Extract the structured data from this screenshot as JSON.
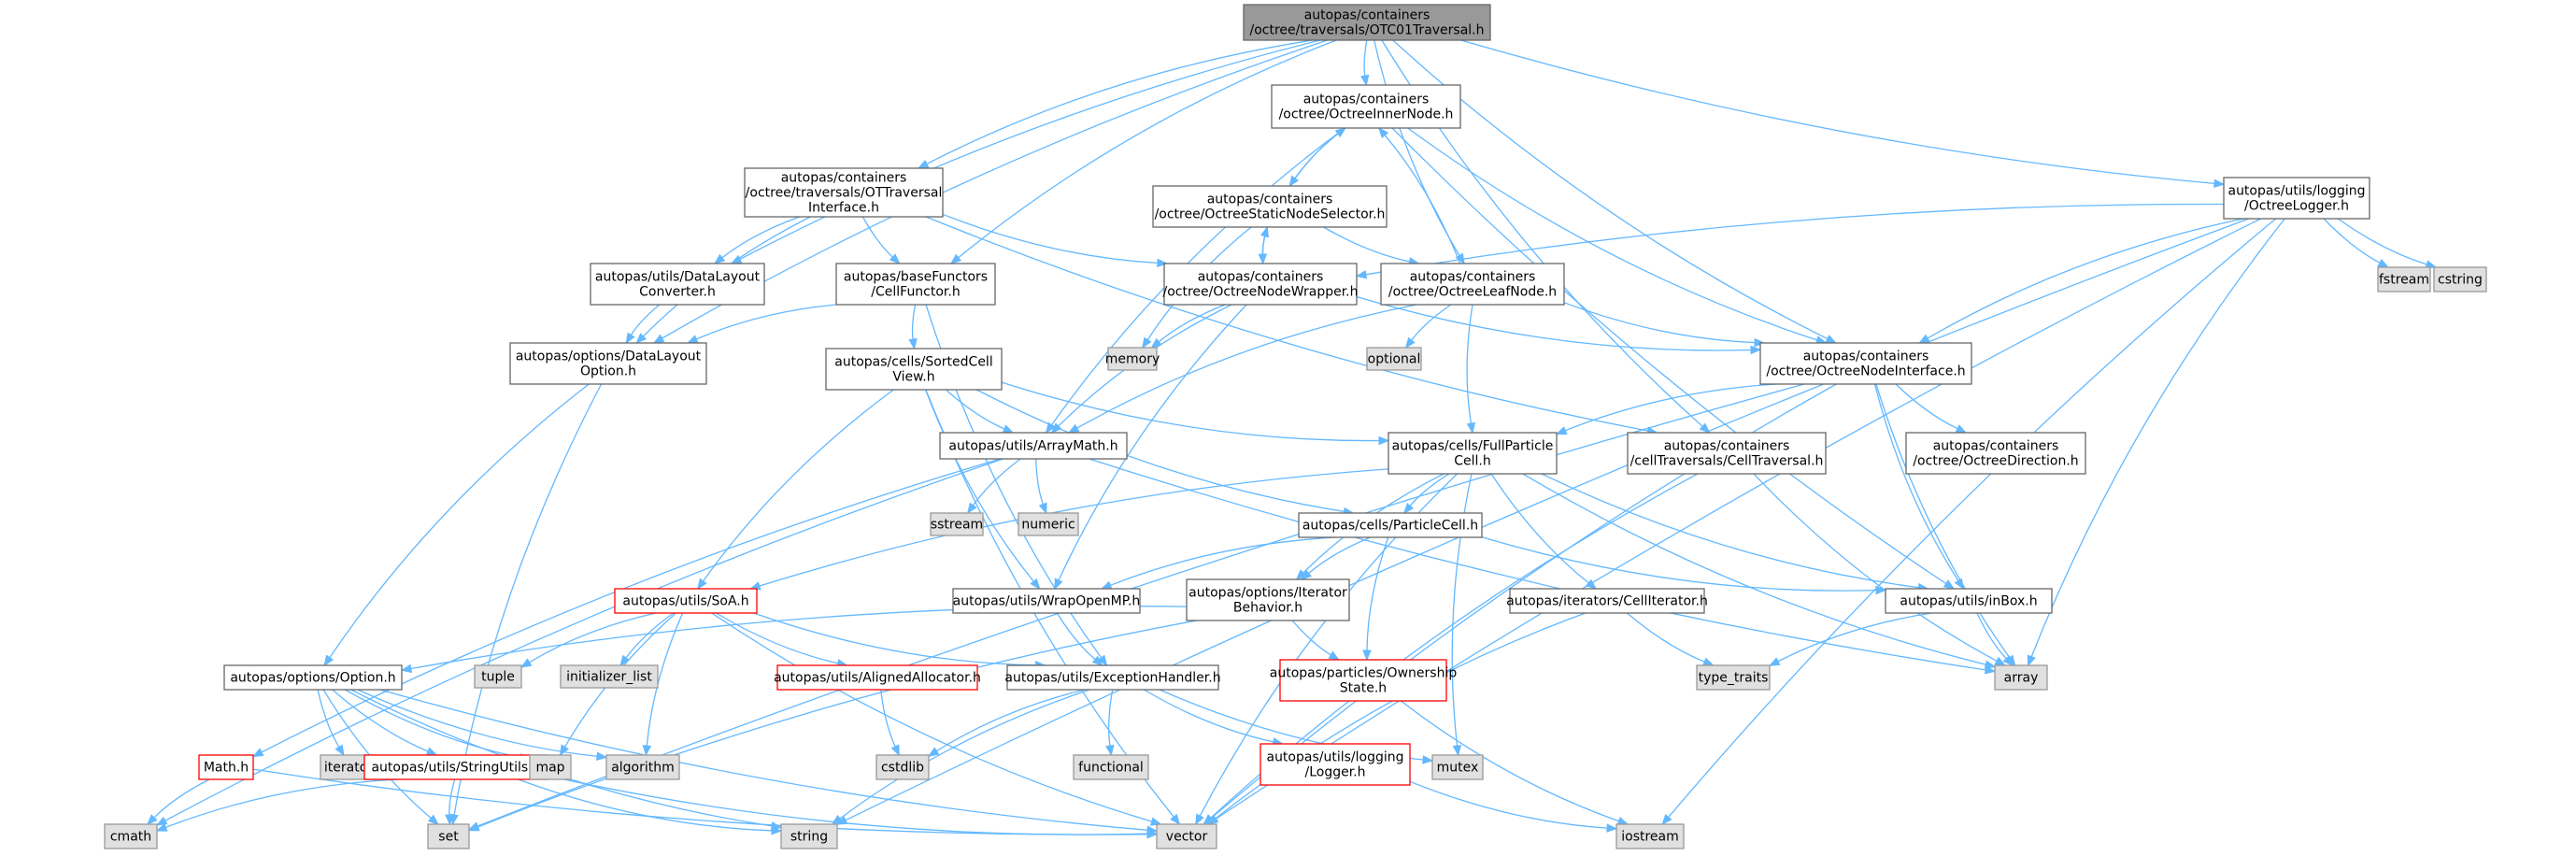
{
  "nodes": [
    {
      "id": "root",
      "kind": "root",
      "lines": [
        "autopas/containers",
        "/octree/traversals/OTC01Traversal.h"
      ]
    },
    {
      "id": "innernode",
      "kind": "normal",
      "lines": [
        "autopas/containers",
        "/octree/OctreeInnerNode.h"
      ]
    },
    {
      "id": "ottraversal",
      "kind": "normal",
      "lines": [
        "autopas/containers",
        "/octree/traversals/OTTraversal",
        "Interface.h"
      ]
    },
    {
      "id": "octreelogger",
      "kind": "normal",
      "lines": [
        "autopas/utils/logging",
        "/OctreeLogger.h"
      ]
    },
    {
      "id": "staticselector",
      "kind": "normal",
      "lines": [
        "autopas/containers",
        "/octree/OctreeStaticNodeSelector.h"
      ]
    },
    {
      "id": "datalayoutconv",
      "kind": "normal",
      "lines": [
        "autopas/utils/DataLayout",
        "Converter.h"
      ]
    },
    {
      "id": "cellfunctor",
      "kind": "normal",
      "lines": [
        "autopas/baseFunctors",
        "/CellFunctor.h"
      ]
    },
    {
      "id": "nodewrapper",
      "kind": "normal",
      "lines": [
        "autopas/containers",
        "/octree/OctreeNodeWrapper.h"
      ]
    },
    {
      "id": "leafnode",
      "kind": "normal",
      "lines": [
        "autopas/containers",
        "/octree/OctreeLeafNode.h"
      ]
    },
    {
      "id": "fstream",
      "kind": "std",
      "lines": [
        "fstream"
      ]
    },
    {
      "id": "cstring",
      "kind": "std",
      "lines": [
        "cstring"
      ]
    },
    {
      "id": "datalayoutopt",
      "kind": "normal",
      "lines": [
        "autopas/options/DataLayout",
        "Option.h"
      ]
    },
    {
      "id": "sortedcell",
      "kind": "normal",
      "lines": [
        "autopas/cells/SortedCell",
        "View.h"
      ]
    },
    {
      "id": "memory",
      "kind": "std",
      "lines": [
        "memory"
      ]
    },
    {
      "id": "optional",
      "kind": "std",
      "lines": [
        "optional"
      ]
    },
    {
      "id": "nodeinterface",
      "kind": "normal",
      "lines": [
        "autopas/containers",
        "/octree/OctreeNodeInterface.h"
      ]
    },
    {
      "id": "arraymath",
      "kind": "normal",
      "lines": [
        "autopas/utils/ArrayMath.h"
      ]
    },
    {
      "id": "fullparticle",
      "kind": "normal",
      "lines": [
        "autopas/cells/FullParticle",
        "Cell.h"
      ]
    },
    {
      "id": "celltraversal",
      "kind": "normal",
      "lines": [
        "autopas/containers",
        "/cellTraversals/CellTraversal.h"
      ]
    },
    {
      "id": "octreedirection",
      "kind": "normal",
      "lines": [
        "autopas/containers",
        "/octree/OctreeDirection.h"
      ]
    },
    {
      "id": "sstream",
      "kind": "std",
      "lines": [
        "sstream"
      ]
    },
    {
      "id": "numeric",
      "kind": "std",
      "lines": [
        "numeric"
      ]
    },
    {
      "id": "particlecell",
      "kind": "normal",
      "lines": [
        "autopas/cells/ParticleCell.h"
      ]
    },
    {
      "id": "soa",
      "kind": "red",
      "lines": [
        "autopas/utils/SoA.h"
      ]
    },
    {
      "id": "wrapopenmp",
      "kind": "normal",
      "lines": [
        "autopas/utils/WrapOpenMP.h"
      ]
    },
    {
      "id": "iterbehavior",
      "kind": "normal",
      "lines": [
        "autopas/options/Iterator",
        "Behavior.h"
      ]
    },
    {
      "id": "celliterator",
      "kind": "normal",
      "lines": [
        "autopas/iterators/CellIterator.h"
      ]
    },
    {
      "id": "inbox",
      "kind": "normal",
      "lines": [
        "autopas/utils/inBox.h"
      ]
    },
    {
      "id": "tuple",
      "kind": "std",
      "lines": [
        "tuple"
      ]
    },
    {
      "id": "initlist",
      "kind": "std",
      "lines": [
        "initializer_list"
      ]
    },
    {
      "id": "option",
      "kind": "normal",
      "lines": [
        "autopas/options/Option.h"
      ]
    },
    {
      "id": "alignedalloc",
      "kind": "red",
      "lines": [
        "autopas/utils/AlignedAllocator.h"
      ]
    },
    {
      "id": "exceptionhandler",
      "kind": "normal",
      "lines": [
        "autopas/utils/ExceptionHandler.h"
      ]
    },
    {
      "id": "ownership",
      "kind": "red",
      "lines": [
        "autopas/particles/Ownership",
        "State.h"
      ]
    },
    {
      "id": "typetraits",
      "kind": "std",
      "lines": [
        "type_traits"
      ]
    },
    {
      "id": "array",
      "kind": "std",
      "lines": [
        "array"
      ]
    },
    {
      "id": "mathh",
      "kind": "red",
      "lines": [
        "Math.h"
      ]
    },
    {
      "id": "iterator",
      "kind": "std",
      "lines": [
        "iterator"
      ]
    },
    {
      "id": "stringutils",
      "kind": "red",
      "lines": [
        "autopas/utils/StringUtils.h"
      ]
    },
    {
      "id": "map",
      "kind": "std",
      "lines": [
        "map"
      ]
    },
    {
      "id": "algorithm",
      "kind": "std",
      "lines": [
        "algorithm"
      ]
    },
    {
      "id": "cstdlib",
      "kind": "std",
      "lines": [
        "cstdlib"
      ]
    },
    {
      "id": "functional",
      "kind": "std",
      "lines": [
        "functional"
      ]
    },
    {
      "id": "logger",
      "kind": "red",
      "lines": [
        "autopas/utils/logging",
        "/Logger.h"
      ]
    },
    {
      "id": "mutex",
      "kind": "std",
      "lines": [
        "mutex"
      ]
    },
    {
      "id": "cmath",
      "kind": "std",
      "lines": [
        "cmath"
      ]
    },
    {
      "id": "set",
      "kind": "std",
      "lines": [
        "set"
      ]
    },
    {
      "id": "string",
      "kind": "std",
      "lines": [
        "string"
      ]
    },
    {
      "id": "vector",
      "kind": "std",
      "lines": [
        "vector"
      ]
    },
    {
      "id": "iostream",
      "kind": "std",
      "lines": [
        "iostream"
      ]
    }
  ],
  "edges": [
    [
      "root",
      "innernode"
    ],
    [
      "root",
      "ottraversal"
    ],
    [
      "root",
      "octreelogger"
    ],
    [
      "root",
      "datalayoutconv"
    ],
    [
      "root",
      "cellfunctor"
    ],
    [
      "root",
      "leafnode"
    ],
    [
      "root",
      "datalayoutopt"
    ],
    [
      "root",
      "nodeinterface"
    ],
    [
      "root",
      "celltraversal"
    ],
    [
      "innernode",
      "staticselector"
    ],
    [
      "innernode",
      "nodeinterface"
    ],
    [
      "innernode",
      "arraymath"
    ],
    [
      "innernode",
      "inbox"
    ],
    [
      "staticselector",
      "innernode"
    ],
    [
      "staticselector",
      "nodewrapper"
    ],
    [
      "staticselector",
      "leafnode"
    ],
    [
      "staticselector",
      "memory"
    ],
    [
      "ottraversal",
      "datalayoutconv"
    ],
    [
      "ottraversal",
      "cellfunctor"
    ],
    [
      "ottraversal",
      "nodewrapper"
    ],
    [
      "ottraversal",
      "datalayoutopt"
    ],
    [
      "ottraversal",
      "celltraversal"
    ],
    [
      "octreelogger",
      "nodewrapper"
    ],
    [
      "octreelogger",
      "nodeinterface"
    ],
    [
      "octreelogger",
      "fstream"
    ],
    [
      "octreelogger",
      "cstring"
    ],
    [
      "octreelogger",
      "array"
    ],
    [
      "octreelogger",
      "string"
    ],
    [
      "octreelogger",
      "vector"
    ],
    [
      "octreelogger",
      "iostream"
    ],
    [
      "datalayoutconv",
      "datalayoutopt"
    ],
    [
      "cellfunctor",
      "datalayoutopt"
    ],
    [
      "cellfunctor",
      "sortedcell"
    ],
    [
      "cellfunctor",
      "exceptionhandler"
    ],
    [
      "nodewrapper",
      "staticselector"
    ],
    [
      "nodewrapper",
      "nodeinterface"
    ],
    [
      "nodewrapper",
      "arraymath"
    ],
    [
      "nodewrapper",
      "memory"
    ],
    [
      "nodewrapper",
      "wrapopenmp"
    ],
    [
      "leafnode",
      "innernode"
    ],
    [
      "leafnode",
      "nodeinterface"
    ],
    [
      "leafnode",
      "fullparticle"
    ],
    [
      "leafnode",
      "arraymath"
    ],
    [
      "leafnode",
      "optional"
    ],
    [
      "datalayoutopt",
      "option"
    ],
    [
      "datalayoutopt",
      "set"
    ],
    [
      "sortedcell",
      "arraymath"
    ],
    [
      "sortedcell",
      "fullparticle"
    ],
    [
      "sortedcell",
      "particlecell"
    ],
    [
      "sortedcell",
      "soa"
    ],
    [
      "sortedcell",
      "wrapopenmp"
    ],
    [
      "sortedcell",
      "vector"
    ],
    [
      "nodeinterface",
      "fullparticle"
    ],
    [
      "nodeinterface",
      "octreedirection"
    ],
    [
      "nodeinterface",
      "inbox"
    ],
    [
      "nodeinterface",
      "array"
    ],
    [
      "nodeinterface",
      "set"
    ],
    [
      "nodeinterface",
      "vector"
    ],
    [
      "arraymath",
      "sstream"
    ],
    [
      "arraymath",
      "numeric"
    ],
    [
      "arraymath",
      "mathh"
    ],
    [
      "arraymath",
      "array"
    ],
    [
      "arraymath",
      "cmath"
    ],
    [
      "fullparticle",
      "particlecell"
    ],
    [
      "fullparticle",
      "soa"
    ],
    [
      "fullparticle",
      "iterbehavior"
    ],
    [
      "fullparticle",
      "celliterator"
    ],
    [
      "fullparticle",
      "inbox"
    ],
    [
      "fullparticle",
      "mutex"
    ],
    [
      "fullparticle",
      "array"
    ],
    [
      "fullparticle",
      "vector"
    ],
    [
      "celltraversal",
      "array"
    ],
    [
      "celltraversal",
      "vector"
    ],
    [
      "particlecell",
      "wrapopenmp"
    ],
    [
      "particlecell",
      "iterbehavior"
    ],
    [
      "particlecell",
      "ownership"
    ],
    [
      "particlecell",
      "inbox"
    ],
    [
      "soa",
      "tuple"
    ],
    [
      "soa",
      "initlist"
    ],
    [
      "soa",
      "alignedalloc"
    ],
    [
      "soa",
      "exceptionhandler"
    ],
    [
      "soa",
      "map"
    ],
    [
      "soa",
      "algorithm"
    ],
    [
      "soa",
      "vector"
    ],
    [
      "wrapopenmp",
      "exceptionhandler"
    ],
    [
      "iterbehavior",
      "option"
    ],
    [
      "iterbehavior",
      "ownership"
    ],
    [
      "iterbehavior",
      "set"
    ],
    [
      "celliterator",
      "typetraits"
    ],
    [
      "celliterator",
      "vector"
    ],
    [
      "inbox",
      "array"
    ],
    [
      "inbox",
      "typetraits"
    ],
    [
      "option",
      "iterator"
    ],
    [
      "option",
      "stringutils"
    ],
    [
      "option",
      "map"
    ],
    [
      "option",
      "algorithm"
    ],
    [
      "option",
      "set"
    ],
    [
      "option",
      "string"
    ],
    [
      "option",
      "vector"
    ],
    [
      "alignedalloc",
      "cstdlib"
    ],
    [
      "exceptionhandler",
      "cstdlib"
    ],
    [
      "exceptionhandler",
      "functional"
    ],
    [
      "exceptionhandler",
      "logger"
    ],
    [
      "exceptionhandler",
      "mutex"
    ],
    [
      "exceptionhandler",
      "string"
    ],
    [
      "ownership",
      "iostream"
    ],
    [
      "mathh",
      "cmath"
    ],
    [
      "mathh",
      "vector"
    ],
    [
      "stringutils",
      "cmath"
    ],
    [
      "stringutils",
      "set"
    ],
    [
      "stringutils",
      "string"
    ],
    [
      "stringutils",
      "vector"
    ],
    [
      "logger",
      "iostream"
    ]
  ],
  "colors": {
    "edge": "#63b8ff",
    "root_fill": "#999999",
    "root_border": "#666666",
    "normal_fill": "#ffffff",
    "normal_border": "#666666",
    "std_fill": "#e0e0e0",
    "std_border": "#999999",
    "red_fill": "#ffffff",
    "red_border": "#ff0000"
  }
}
